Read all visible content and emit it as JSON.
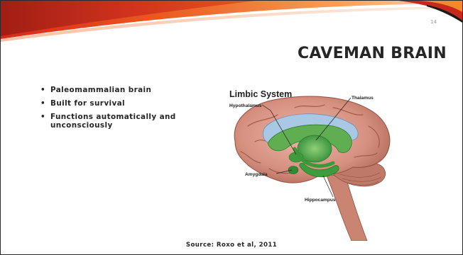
{
  "slide": {
    "number": "14",
    "title": "CAVEMAN BRAIN",
    "bullets": [
      "Paleomammalian brain",
      "Built for survival",
      "Functions automatically and unconsciously"
    ],
    "source": "Source: Roxo et al, 2011"
  },
  "figure": {
    "title": "Limbic System",
    "labels": {
      "thalamus": "Thalamus",
      "hypothalamus": "Hypothalamus",
      "amygdala": "Amygdala",
      "hippocampus": "Hippocampus"
    }
  },
  "colors": {
    "accent_orange": "#e8601c",
    "accent_red": "#c8281c",
    "brain_pink": "#d88f82",
    "limbic_green": "#3f9c3c",
    "ventricle_blue": "#a9c8e4"
  }
}
